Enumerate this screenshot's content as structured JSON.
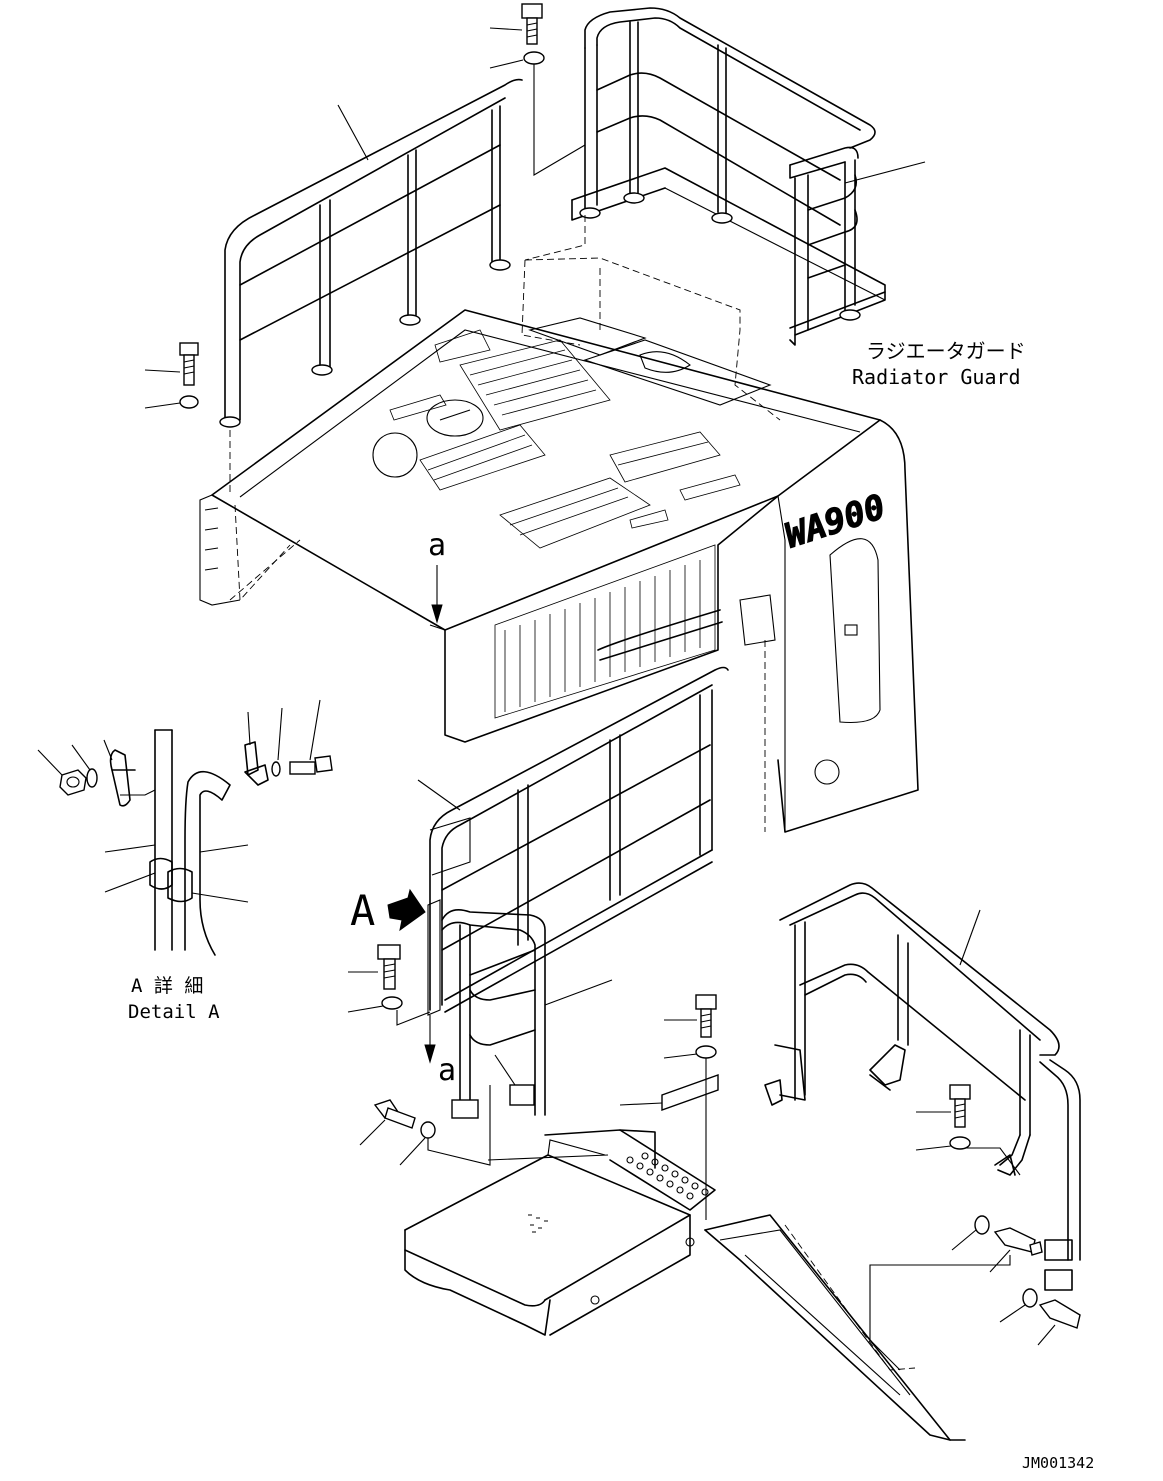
{
  "labels": {
    "radiator_guard_jp": "ラジエータガード",
    "radiator_guard_en": "Radiator Guard",
    "detail_jp": "A 詳 細",
    "detail_en": "Detail A",
    "view_a": "A",
    "ref_a_top": "a",
    "ref_a_bottom": "a",
    "model_badge": "WA900",
    "drawing_number": "JM001342"
  }
}
